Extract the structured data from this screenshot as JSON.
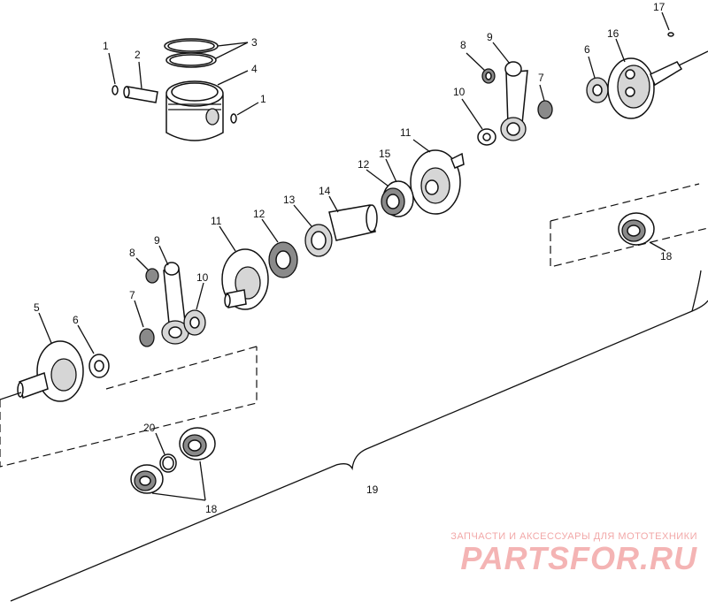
{
  "callouts": {
    "c1a": "1",
    "c1b": "1",
    "c2": "2",
    "c3": "3",
    "c4": "4",
    "c5": "5",
    "c6a": "6",
    "c6b": "6",
    "c7a": "7",
    "c7b": "7",
    "c8a": "8",
    "c8b": "8",
    "c9a": "9",
    "c9b": "9",
    "c10a": "10",
    "c10b": "10",
    "c11a": "11",
    "c11b": "11",
    "c12a": "12",
    "c12b": "12",
    "c13": "13",
    "c14": "14",
    "c15": "15",
    "c16": "16",
    "c17": "17",
    "c18a": "18",
    "c18b": "18",
    "c19": "19",
    "c20": "20"
  },
  "watermark": {
    "tagline": "ЗАПЧАСТИ И АКСЕССУАРЫ ДЛЯ МОТОТЕХНИКИ",
    "logo": "PARTSFOR.RU"
  },
  "colors": {
    "line": "#111111",
    "shade": "#d6d6d6",
    "dark": "#8a8a8a",
    "watermark": "#f4b4b4"
  }
}
